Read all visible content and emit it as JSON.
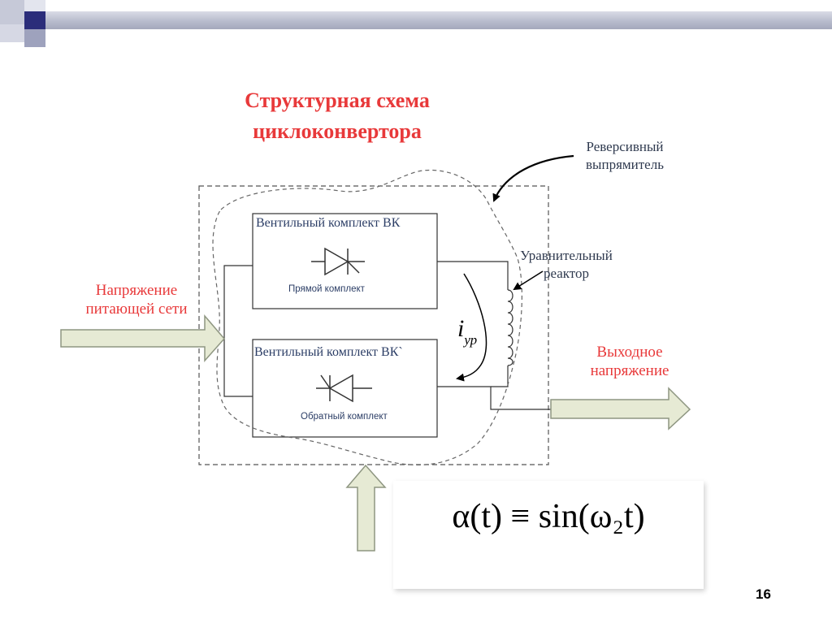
{
  "title": {
    "line1": "Структурная схема",
    "line2": "циклоконвертора"
  },
  "labels": {
    "input_line1": "Напряжение",
    "input_line2": "питающей сети",
    "reversing_line1": "Реверсивный",
    "reversing_line2": "выпрямитель",
    "reactor_line1": "Уравнительный",
    "reactor_line2": "реактор",
    "output_line1": "Выходное",
    "output_line2": "напряжение",
    "current_main": "i",
    "current_sub": "ур"
  },
  "blocks": {
    "forward_title": "Вентильный комплект ВК",
    "forward_sub": "Прямой комплект",
    "reverse_title": "Вентильный комплект ВК`",
    "reverse_sub": "Обратный комплект"
  },
  "formula": "α(t) ≡ sin(ω₂t)",
  "page_number": "16",
  "colors": {
    "accent_red": "#e8393a",
    "navy": "#2b2d7a",
    "arrow_fill": "#e6ead4"
  }
}
